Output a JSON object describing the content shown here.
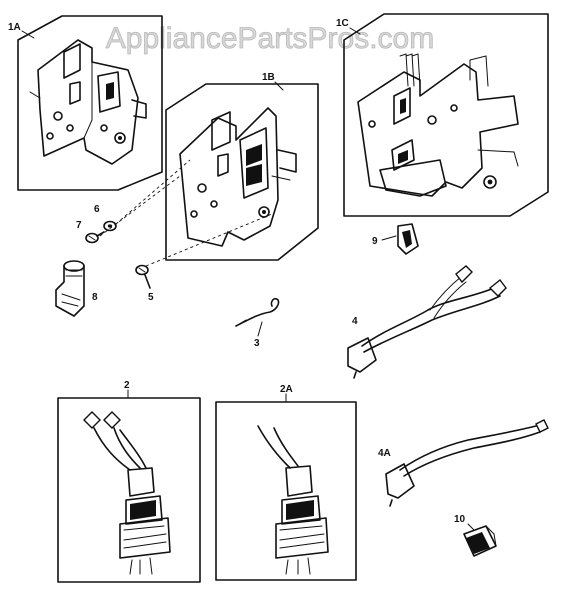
{
  "watermark": "AppliancePartsPros.com",
  "labels": {
    "p1A": "1A",
    "p1B": "1B",
    "p1C": "1C",
    "p2": "2",
    "p2A": "2A",
    "p3": "3",
    "p4": "4",
    "p4A": "4A",
    "p5": "5",
    "p6": "6",
    "p7": "7",
    "p8": "8",
    "p9": "9",
    "p10": "10"
  }
}
